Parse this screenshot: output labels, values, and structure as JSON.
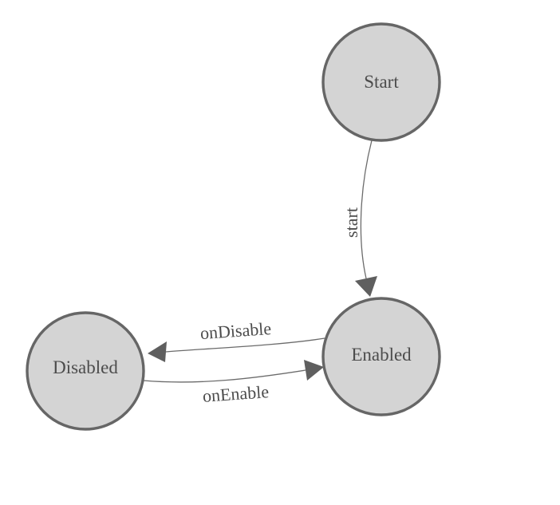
{
  "diagram": {
    "nodes": [
      {
        "label": "Start"
      },
      {
        "label": "Enabled"
      },
      {
        "label": "Disabled"
      }
    ],
    "edges": [
      {
        "from": "Start",
        "to": "Enabled",
        "label": "start"
      },
      {
        "from": "Enabled",
        "to": "Disabled",
        "label": "onDisable"
      },
      {
        "from": "Disabled",
        "to": "Enabled",
        "label": "onEnable"
      }
    ],
    "colors": {
      "background": "#ffffff",
      "node_fill": "#d4d4d4",
      "node_stroke": "#666666",
      "edge_stroke": "#6b6b6b",
      "arrowhead_fill": "#5f5f5f",
      "label_color": "#4c4c4c"
    }
  }
}
